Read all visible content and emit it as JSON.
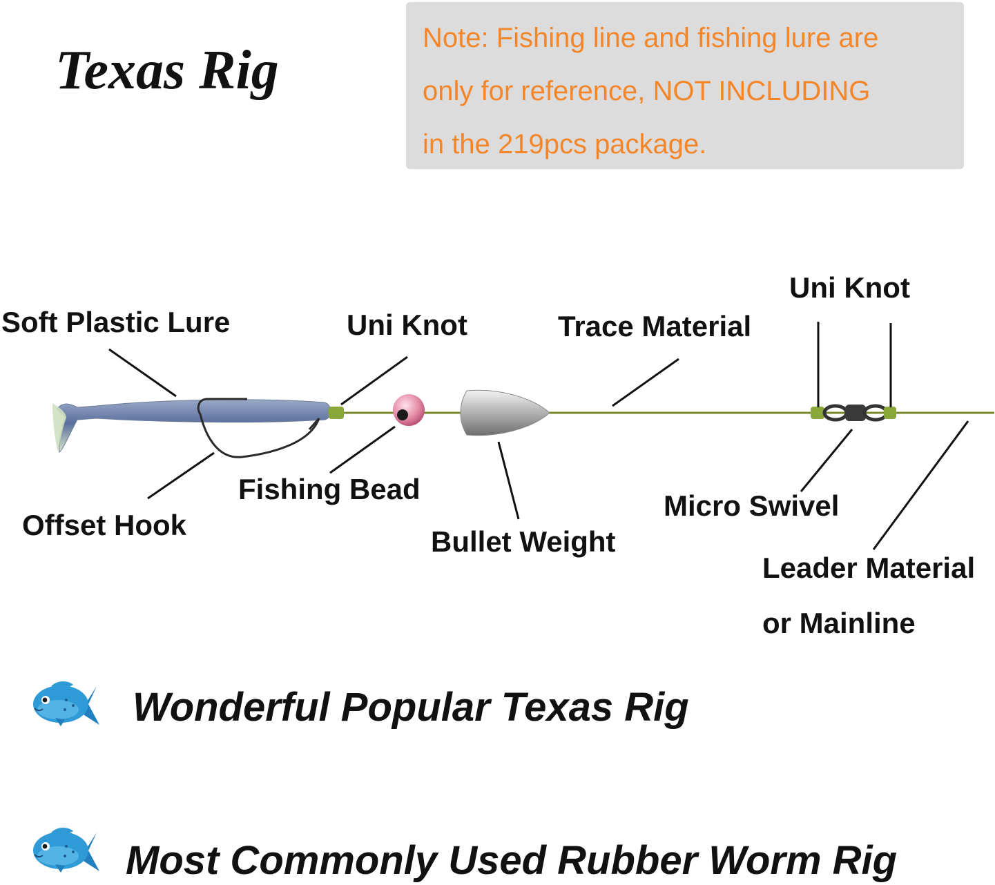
{
  "title": "Texas Rig",
  "note": {
    "line1": "Note: Fishing line and fishing lure are",
    "line2": "only for reference, NOT INCLUDING",
    "line3": "in the 219pcs package."
  },
  "labels": {
    "soft_plastic_lure": "Soft Plastic Lure",
    "uni_knot_left": "Uni Knot",
    "trace_material": "Trace Material",
    "uni_knot_right": "Uni Knot",
    "fishing_bead": "Fishing Bead",
    "offset_hook": "Offset Hook",
    "bullet_weight": "Bullet Weight",
    "micro_swivel": "Micro Swivel",
    "leader_line1": "Leader Material",
    "leader_line2": "or Mainline"
  },
  "taglines": {
    "first": "Wonderful Popular Texas Rig",
    "second": "Most Commonly Used Rubber Worm Rig"
  },
  "colors": {
    "note_bg": "#dcdcdc",
    "note_text": "#f4862a",
    "line": "#7a8a2a",
    "knot": "#8aa83a",
    "fish": "#2e9bd6"
  },
  "icons": [
    "fish-icon",
    "fish-icon"
  ]
}
